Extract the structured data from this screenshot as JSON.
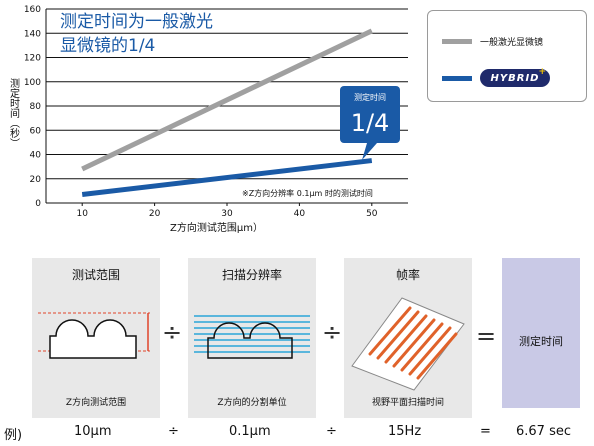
{
  "chart_data": {
    "type": "line",
    "title_line1": "测定时间为一般激光",
    "title_line2": "显微镜的1/4",
    "xlabel": "Z方向测试范围μm）",
    "ylabel": "测定时间（秒）",
    "x_ticks": [
      10,
      20,
      30,
      40,
      50
    ],
    "y_ticks": [
      0,
      20,
      40,
      60,
      80,
      100,
      120,
      140,
      160
    ],
    "xlim": [
      5,
      55
    ],
    "ylim": [
      0,
      160
    ],
    "grid": "horizontal",
    "series": [
      {
        "name": "一般激光显微镜",
        "color": "#a0a0a0",
        "x": [
          10,
          50
        ],
        "y": [
          28,
          142
        ]
      },
      {
        "name": "HYBRID+",
        "color": "#1a5aa6",
        "x": [
          10,
          50
        ],
        "y": [
          7,
          35
        ]
      }
    ],
    "annotation_bubble_small": "测定时间",
    "annotation_bubble_big": "1/4",
    "footnote": "※Z方向分辨率 0.1μm 时的测试时间"
  },
  "legend": {
    "general_label": "一般激光显微镜",
    "hybrid_label": "HYBRID",
    "hybrid_plus": "+"
  },
  "panels": [
    {
      "title": "测试范围",
      "subtitle": "Z方向测试范围"
    },
    {
      "title": "扫描分辨率",
      "subtitle": "Z方向的分割单位"
    },
    {
      "title": "帧率",
      "subtitle": "视野平面扫描时间"
    }
  ],
  "result_label": "测定时间",
  "operators": {
    "divide": "÷",
    "equals": "="
  },
  "example": {
    "prefix": "例)",
    "v1": "10μm",
    "v2": "0.1μm",
    "v3": "15Hz",
    "result": "6.67",
    "unit": "sec"
  },
  "colors": {
    "general": "#a0a0a0",
    "hybrid": "#1a5aa6",
    "title_blue": "#1a5aa6",
    "panel_bg": "#e8e8e8",
    "result_bg": "#c9c9e6",
    "stripe_orange": "#e0622a",
    "stripe_blue": "#2aa6d8",
    "outline_red": "#e0442a"
  }
}
